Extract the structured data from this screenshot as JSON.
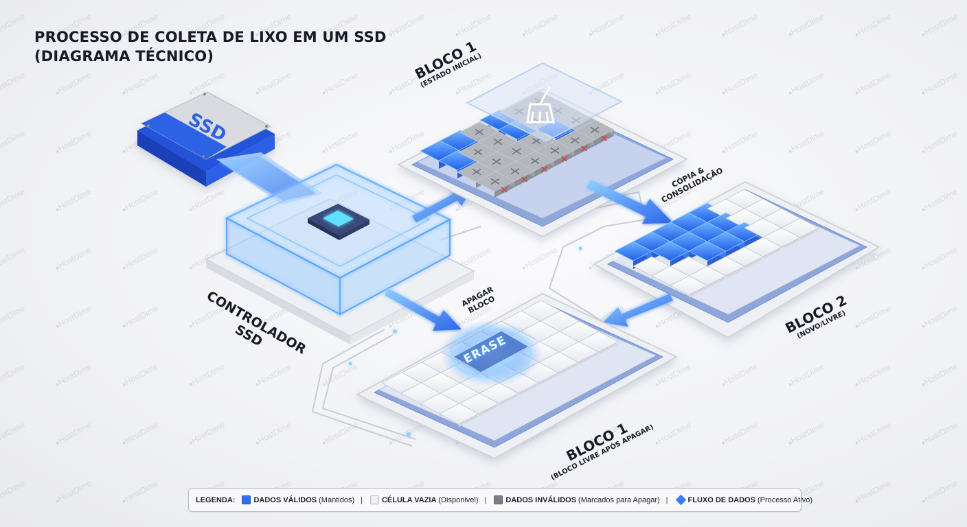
{
  "title": {
    "line1": "PROCESSO DE COLETA DE LIXO EM UM SSD",
    "line2": "(DIAGRAMA TÉCNICO)"
  },
  "watermark": "HostDime",
  "components": {
    "ssd": {
      "label": "SSD"
    },
    "controller": {
      "label_line1": "CONTROLADOR",
      "label_line2": "SSD"
    },
    "block1_initial": {
      "title": "BLOCO 1",
      "subtitle": "(ESTADO INICIAL)",
      "overlay_icon": "broom-icon"
    },
    "block2": {
      "title": "BLOCO 2",
      "subtitle": "(NOVO/LIVRE)"
    },
    "block1_after": {
      "title": "BLOCO 1",
      "subtitle": "(BLOCO LIVRE APÓS APAGAR)",
      "badge": "ERASE"
    }
  },
  "flows": {
    "copy": {
      "line1": "CÓPIA &",
      "line2": "CONSOLIDAÇÃO"
    },
    "erase": {
      "line1": "APAGAR",
      "line2": "BLOCO"
    }
  },
  "legend": {
    "title": "LEGENDA:",
    "items": [
      {
        "key": "valid",
        "label": "DADOS VÁLIDOS",
        "note": "(Mantidos)",
        "color": "#2f6ff0"
      },
      {
        "key": "empty",
        "label": "CÉLULA VAZIA",
        "note": "(Disponivel)",
        "color": "#eef0f4"
      },
      {
        "key": "invalid",
        "label": "DADOS INVÁLIDOS",
        "note": "(Marcados para Apagar)",
        "color": "#7c7f86"
      },
      {
        "key": "flow",
        "label": "FLUXO DE DADOS",
        "note": "(Processo Ativo)",
        "color": "#3b7cf5"
      }
    ]
  },
  "colors": {
    "accent": "#2f6ff0",
    "glow": "#4fb2ff",
    "background": "#f1f2f5",
    "invalid_mark": "#e0383e"
  }
}
